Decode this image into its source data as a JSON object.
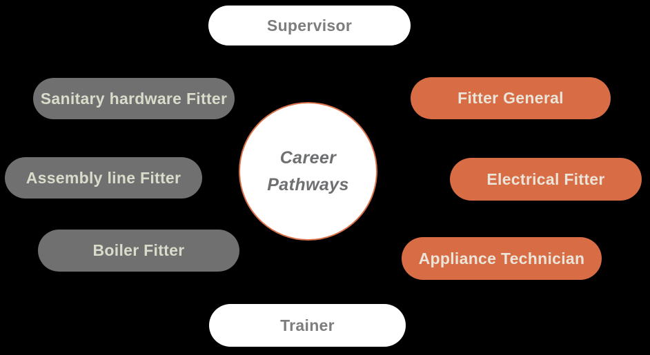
{
  "diagram": {
    "title": "Career Pathways",
    "center": {
      "line1": "Career",
      "line2": "Pathways"
    },
    "nodes": [
      {
        "id": "supervisor",
        "label": "Supervisor",
        "variant": "white"
      },
      {
        "id": "sanitary-hardware",
        "label": "Sanitary hardware Fitter",
        "variant": "gray"
      },
      {
        "id": "fitter-general",
        "label": "Fitter General",
        "variant": "orange"
      },
      {
        "id": "assembly-line",
        "label": "Assembly line Fitter",
        "variant": "gray"
      },
      {
        "id": "electrical-fitter",
        "label": "Electrical Fitter",
        "variant": "orange"
      },
      {
        "id": "boiler-fitter",
        "label": "Boiler Fitter",
        "variant": "gray"
      },
      {
        "id": "appliance-technician",
        "label": "Appliance Technician",
        "variant": "orange"
      },
      {
        "id": "trainer",
        "label": "Trainer",
        "variant": "white"
      }
    ],
    "colors": {
      "background": "#000000",
      "orange_pill": "#d76c45",
      "gray_pill": "#707070",
      "white_pill": "#ffffff",
      "circle_border": "#d9714a",
      "white_pill_text": "#7d7d7d",
      "gray_pill_text": "#d9dcca",
      "orange_pill_text": "#eae4d9",
      "center_text": "#6e6f71"
    }
  }
}
